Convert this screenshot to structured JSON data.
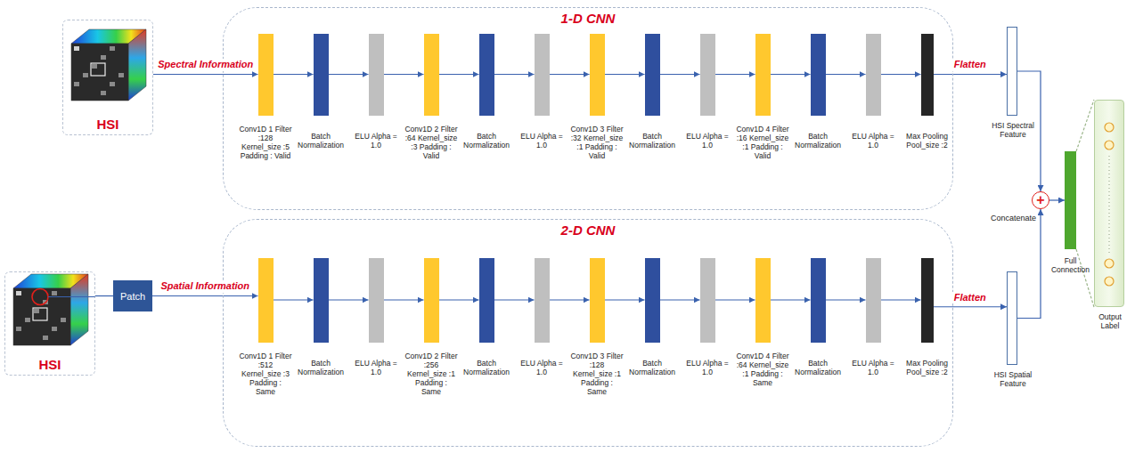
{
  "diagram": {
    "nodes": [
      {
        "text": [
          "HSI"
        ]
      },
      {
        "text": [
          "1-D CNN"
        ]
      },
      {
        "text": [
          "Conv1D 1 Filter :128 Kernel_size :5 Padding : Valid"
        ],
        "in": 1
      },
      {
        "text": [
          "Batch Normalization"
        ],
        "in": 1
      },
      {
        "text": [
          "ELU Alpha = 1.0"
        ],
        "in": 1
      },
      {
        "text": [
          "Conv1D 2 Filter :64 Kernel_size :3 Padding : Valid"
        ],
        "in": 1
      },
      {
        "text": [
          "Batch Normalization"
        ],
        "in": 1
      },
      {
        "text": [
          "ELU Alpha = 1.0"
        ],
        "in": 1
      },
      {
        "text": [
          "Conv1D 3 Filter :32 Kernel_size :1 Padding : Valid"
        ],
        "in": 1
      },
      {
        "text": [
          "Batch Normalization"
        ],
        "in": 1
      },
      {
        "text": [
          "ELU Alpha = 1.0"
        ],
        "in": 1
      },
      {
        "text": [
          "Conv1D 4 Filter :16 Kernel_size :1 Padding : Valid"
        ],
        "in": 1
      },
      {
        "text": [
          "Batch Normalization"
        ],
        "in": 1
      },
      {
        "text": [
          "ELU Alpha = 1.0"
        ],
        "in": 1
      },
      {
        "text": [
          "Max Pooling Pool_size :2"
        ],
        "in": 1
      },
      {
        "text": [
          "HSI Spectral Feature"
        ]
      },
      {
        "text": [
          "HSI"
        ]
      },
      {
        "text": [
          "Patch"
        ]
      },
      {
        "text": [
          "2-D CNN"
        ]
      },
      {
        "text": [
          "Conv1D 1 Filter :512 Kernel_size :3 Padding : Same"
        ],
        "in": 18
      },
      {
        "text": [
          "Batch Normalization"
        ],
        "in": 18
      },
      {
        "text": [
          "ELU Alpha = 1.0"
        ],
        "in": 18
      },
      {
        "text": [
          "Conv1D 2 Filter :256 Kernel_size :1 Padding : Same"
        ],
        "in": 18
      },
      {
        "text": [
          "Batch Normalization"
        ],
        "in": 18
      },
      {
        "text": [
          "ELU Alpha = 1.0"
        ],
        "in": 18
      },
      {
        "text": [
          "Conv1D 3 Filter :128 Kernel_size :1 Padding : Same"
        ],
        "in": 18
      },
      {
        "text": [
          "Batch Normalization"
        ],
        "in": 18
      },
      {
        "text": [
          "ELU Alpha = 1.0"
        ],
        "in": 18
      },
      {
        "text": [
          "Conv1D 4 Filter :64 Kernel_size :1 Padding : Same"
        ],
        "in": 18
      },
      {
        "text": [
          "Batch Normalization"
        ],
        "in": 18
      },
      {
        "text": [
          "ELU Alpha = 1.0"
        ],
        "in": 18
      },
      {
        "text": [
          "Max Pooling Pool_size :2"
        ],
        "in": 18
      },
      {
        "text": [
          "HSI Spatial Feature"
        ]
      },
      {
        "text": [
          "+",
          "Concatenate"
        ]
      },
      {
        "text": [
          "Full Connection"
        ]
      },
      {
        "text": [
          "Output Label"
        ]
      }
    ],
    "edges": [
      {
        "from": 0,
        "to": 2,
        "label": "Spectral Information",
        "arrow": "to"
      },
      {
        "from": 2,
        "to": 3,
        "arrow": "to"
      },
      {
        "from": 3,
        "to": 4,
        "arrow": "to"
      },
      {
        "from": 4,
        "to": 5,
        "arrow": "to"
      },
      {
        "from": 5,
        "to": 6,
        "arrow": "to"
      },
      {
        "from": 6,
        "to": 7,
        "arrow": "to"
      },
      {
        "from": 7,
        "to": 8,
        "arrow": "to"
      },
      {
        "from": 8,
        "to": 9,
        "arrow": "to"
      },
      {
        "from": 9,
        "to": 10,
        "arrow": "to"
      },
      {
        "from": 10,
        "to": 11,
        "arrow": "to"
      },
      {
        "from": 11,
        "to": 12,
        "arrow": "to"
      },
      {
        "from": 12,
        "to": 13,
        "arrow": "to"
      },
      {
        "from": 13,
        "to": 14,
        "arrow": "to"
      },
      {
        "from": 14,
        "to": 15,
        "label": "Flatten",
        "arrow": "to"
      },
      {
        "from": 15,
        "to": 33,
        "arrow": "to"
      },
      {
        "from": 16,
        "to": 17,
        "arrow": "none"
      },
      {
        "from": 17,
        "to": 19,
        "label": "Spatial Information",
        "arrow": "to"
      },
      {
        "from": 19,
        "to": 20,
        "arrow": "to"
      },
      {
        "from": 20,
        "to": 21,
        "arrow": "to"
      },
      {
        "from": 21,
        "to": 22,
        "arrow": "to"
      },
      {
        "from": 22,
        "to": 23,
        "arrow": "to"
      },
      {
        "from": 23,
        "to": 24,
        "arrow": "to"
      },
      {
        "from": 24,
        "to": 25,
        "arrow": "to"
      },
      {
        "from": 25,
        "to": 26,
        "arrow": "to"
      },
      {
        "from": 26,
        "to": 27,
        "arrow": "to"
      },
      {
        "from": 27,
        "to": 28,
        "arrow": "to"
      },
      {
        "from": 28,
        "to": 29,
        "arrow": "to"
      },
      {
        "from": 29,
        "to": 30,
        "arrow": "to"
      },
      {
        "from": 30,
        "to": 31,
        "arrow": "to"
      },
      {
        "from": 31,
        "to": 32,
        "label": "Flatten",
        "arrow": "to"
      },
      {
        "from": 32,
        "to": 33,
        "arrow": "to"
      },
      {
        "from": 33,
        "to": 34,
        "arrow": "to"
      },
      {
        "from": 34,
        "to": 35,
        "arrow": "none"
      }
    ]
  }
}
